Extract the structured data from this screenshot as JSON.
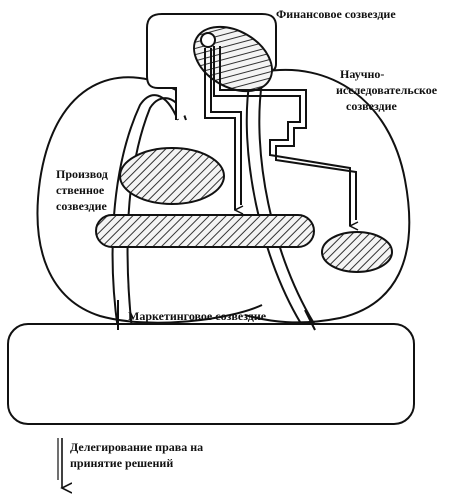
{
  "labels": {
    "financial": "Финансовое созвездие",
    "research_line1": "Научно-",
    "research_line2": "исследовательское",
    "research_line3": "созвездие",
    "production_line1": "Производ",
    "production_line2": "ственное",
    "production_line3": "созвездие",
    "marketing": "Маркетинговое созвездие",
    "delegation_line1": "Делегирование права на",
    "delegation_line2": "принятие решений"
  },
  "colors": {
    "stroke": "#111111",
    "background": "#ffffff",
    "hatch": "#222222"
  }
}
